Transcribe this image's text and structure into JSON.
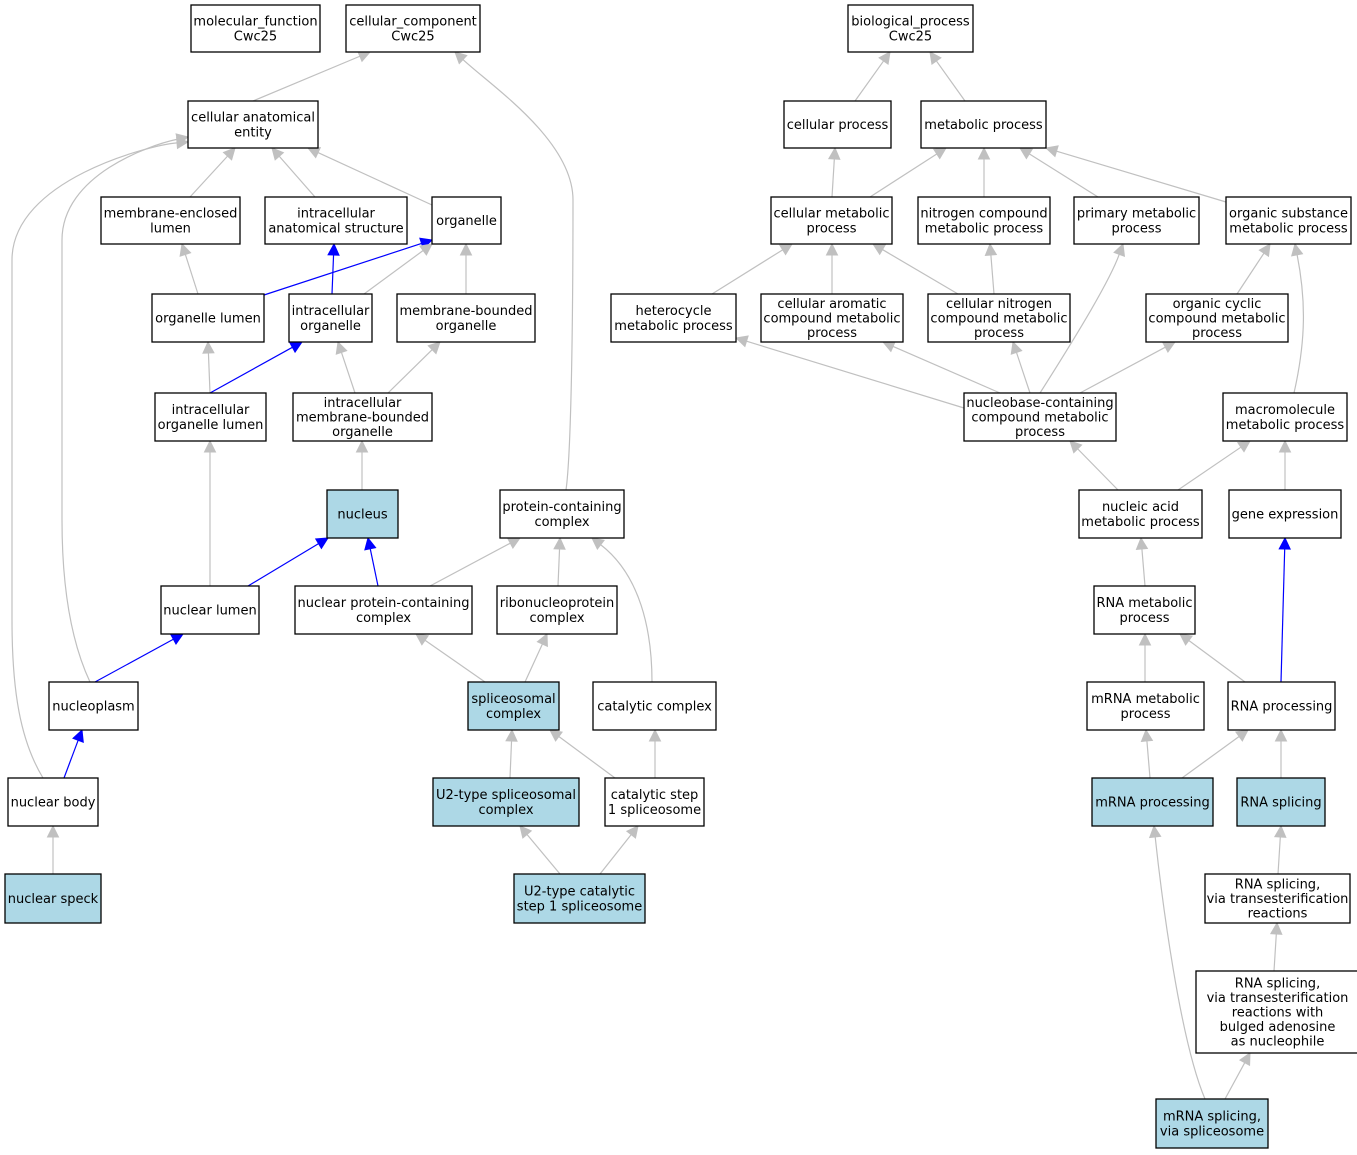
{
  "colors": {
    "annotated_fill": "#add8e6",
    "plain_fill": "#ffffff",
    "is_a_edge": "#c0c0c0",
    "part_of_edge": "#0000ff"
  },
  "nodes": [
    {
      "id": "mf",
      "lines": [
        "molecular_function",
        "Cwc25"
      ],
      "annotated": false
    },
    {
      "id": "cc",
      "lines": [
        "cellular_component",
        "Cwc25"
      ],
      "annotated": false
    },
    {
      "id": "bp",
      "lines": [
        "biological_process",
        "Cwc25"
      ],
      "annotated": false
    },
    {
      "id": "cae",
      "lines": [
        "cellular anatomical",
        "entity"
      ],
      "annotated": false
    },
    {
      "id": "cp",
      "lines": [
        "cellular process"
      ],
      "annotated": false
    },
    {
      "id": "mp",
      "lines": [
        "metabolic process"
      ],
      "annotated": false
    },
    {
      "id": "mel",
      "lines": [
        "membrane-enclosed",
        "lumen"
      ],
      "annotated": false
    },
    {
      "id": "ias",
      "lines": [
        "intracellular",
        "anatomical structure"
      ],
      "annotated": false
    },
    {
      "id": "org",
      "lines": [
        "organelle"
      ],
      "annotated": false
    },
    {
      "id": "cmp",
      "lines": [
        "cellular metabolic",
        "process"
      ],
      "annotated": false
    },
    {
      "id": "ncmp",
      "lines": [
        "nitrogen compound",
        "metabolic process"
      ],
      "annotated": false
    },
    {
      "id": "pmp",
      "lines": [
        "primary metabolic",
        "process"
      ],
      "annotated": false
    },
    {
      "id": "osmp",
      "lines": [
        "organic substance",
        "metabolic process"
      ],
      "annotated": false
    },
    {
      "id": "ol",
      "lines": [
        "organelle lumen"
      ],
      "annotated": false
    },
    {
      "id": "io",
      "lines": [
        "intracellular",
        "organelle"
      ],
      "annotated": false
    },
    {
      "id": "mbo",
      "lines": [
        "membrane-bounded",
        "organelle"
      ],
      "annotated": false
    },
    {
      "id": "hmp",
      "lines": [
        "heterocycle",
        "metabolic process"
      ],
      "annotated": false
    },
    {
      "id": "cacmp",
      "lines": [
        "cellular aromatic",
        "compound metabolic",
        "process"
      ],
      "annotated": false
    },
    {
      "id": "cncmp",
      "lines": [
        "cellular nitrogen",
        "compound metabolic",
        "process"
      ],
      "annotated": false
    },
    {
      "id": "occmp",
      "lines": [
        "organic cyclic",
        "compound metabolic",
        "process"
      ],
      "annotated": false
    },
    {
      "id": "iol",
      "lines": [
        "intracellular",
        "organelle lumen"
      ],
      "annotated": false
    },
    {
      "id": "imbo",
      "lines": [
        "intracellular",
        "membrane-bounded",
        "organelle"
      ],
      "annotated": false
    },
    {
      "id": "nbccmp",
      "lines": [
        "nucleobase-containing",
        "compound metabolic",
        "process"
      ],
      "annotated": false
    },
    {
      "id": "macmp",
      "lines": [
        "macromolecule",
        "metabolic process"
      ],
      "annotated": false
    },
    {
      "id": "nuc",
      "lines": [
        "nucleus"
      ],
      "annotated": true
    },
    {
      "id": "pcc",
      "lines": [
        "protein-containing",
        "complex"
      ],
      "annotated": false
    },
    {
      "id": "namp",
      "lines": [
        "nucleic acid",
        "metabolic process"
      ],
      "annotated": false
    },
    {
      "id": "ge",
      "lines": [
        "gene expression"
      ],
      "annotated": false
    },
    {
      "id": "nl",
      "lines": [
        "nuclear lumen"
      ],
      "annotated": false
    },
    {
      "id": "npcc",
      "lines": [
        "nuclear protein-containing",
        "complex"
      ],
      "annotated": false
    },
    {
      "id": "rnpc",
      "lines": [
        "ribonucleoprotein",
        "complex"
      ],
      "annotated": false
    },
    {
      "id": "rnamp",
      "lines": [
        "RNA metabolic",
        "process"
      ],
      "annotated": false
    },
    {
      "id": "np",
      "lines": [
        "nucleoplasm"
      ],
      "annotated": false
    },
    {
      "id": "sc",
      "lines": [
        "spliceosomal",
        "complex"
      ],
      "annotated": true
    },
    {
      "id": "catc",
      "lines": [
        "catalytic complex"
      ],
      "annotated": false
    },
    {
      "id": "mrnamp",
      "lines": [
        "mRNA metabolic",
        "process"
      ],
      "annotated": false
    },
    {
      "id": "rnap",
      "lines": [
        "RNA processing"
      ],
      "annotated": false
    },
    {
      "id": "nb",
      "lines": [
        "nuclear body"
      ],
      "annotated": false
    },
    {
      "id": "u2sc",
      "lines": [
        "U2-type spliceosomal",
        "complex"
      ],
      "annotated": true
    },
    {
      "id": "cs1s",
      "lines": [
        "catalytic step",
        "1 spliceosome"
      ],
      "annotated": false
    },
    {
      "id": "mrnap",
      "lines": [
        "mRNA processing"
      ],
      "annotated": true
    },
    {
      "id": "rnas",
      "lines": [
        "RNA splicing"
      ],
      "annotated": true
    },
    {
      "id": "ns",
      "lines": [
        "nuclear speck"
      ],
      "annotated": true
    },
    {
      "id": "u2cs1",
      "lines": [
        "U2-type catalytic",
        "step 1 spliceosome"
      ],
      "annotated": true
    },
    {
      "id": "rnast",
      "lines": [
        "RNA splicing,",
        "via transesterification",
        "reactions"
      ],
      "annotated": false
    },
    {
      "id": "rnastb",
      "lines": [
        "RNA splicing,",
        "via transesterification",
        "reactions with",
        "bulged adenosine",
        "as nucleophile"
      ],
      "annotated": false
    },
    {
      "id": "mrnas",
      "lines": [
        "mRNA splicing,",
        "via spliceosome"
      ],
      "annotated": true
    }
  ],
  "edges": [
    {
      "from": "cae",
      "to": "cc",
      "type": "is_a"
    },
    {
      "from": "pcc",
      "to": "cc",
      "type": "is_a"
    },
    {
      "from": "cp",
      "to": "bp",
      "type": "is_a"
    },
    {
      "from": "mp",
      "to": "bp",
      "type": "is_a"
    },
    {
      "from": "mel",
      "to": "cae",
      "type": "is_a"
    },
    {
      "from": "ias",
      "to": "cae",
      "type": "is_a"
    },
    {
      "from": "org",
      "to": "cae",
      "type": "is_a"
    },
    {
      "from": "np",
      "to": "cae",
      "type": "is_a"
    },
    {
      "from": "nb",
      "to": "cae",
      "type": "is_a"
    },
    {
      "from": "cmp",
      "to": "cp",
      "type": "is_a"
    },
    {
      "from": "cmp",
      "to": "mp",
      "type": "is_a"
    },
    {
      "from": "ncmp",
      "to": "mp",
      "type": "is_a"
    },
    {
      "from": "pmp",
      "to": "mp",
      "type": "is_a"
    },
    {
      "from": "osmp",
      "to": "mp",
      "type": "is_a"
    },
    {
      "from": "ol",
      "to": "mel",
      "type": "is_a"
    },
    {
      "from": "ol",
      "to": "org",
      "type": "part_of"
    },
    {
      "from": "io",
      "to": "ias",
      "type": "part_of"
    },
    {
      "from": "io",
      "to": "org",
      "type": "is_a"
    },
    {
      "from": "mbo",
      "to": "org",
      "type": "is_a"
    },
    {
      "from": "hmp",
      "to": "cmp",
      "type": "is_a"
    },
    {
      "from": "cacmp",
      "to": "cmp",
      "type": "is_a"
    },
    {
      "from": "cncmp",
      "to": "cmp",
      "type": "is_a"
    },
    {
      "from": "cncmp",
      "to": "ncmp",
      "type": "is_a"
    },
    {
      "from": "occmp",
      "to": "osmp",
      "type": "is_a"
    },
    {
      "from": "macmp",
      "to": "osmp",
      "type": "is_a"
    },
    {
      "from": "iol",
      "to": "ol",
      "type": "is_a"
    },
    {
      "from": "iol",
      "to": "io",
      "type": "part_of"
    },
    {
      "from": "imbo",
      "to": "io",
      "type": "is_a"
    },
    {
      "from": "imbo",
      "to": "mbo",
      "type": "is_a"
    },
    {
      "from": "nbccmp",
      "to": "hmp",
      "type": "is_a"
    },
    {
      "from": "nbccmp",
      "to": "cacmp",
      "type": "is_a"
    },
    {
      "from": "nbccmp",
      "to": "cncmp",
      "type": "is_a"
    },
    {
      "from": "nbccmp",
      "to": "occmp",
      "type": "is_a"
    },
    {
      "from": "nbccmp",
      "to": "pmp",
      "type": "is_a"
    },
    {
      "from": "nuc",
      "to": "imbo",
      "type": "is_a"
    },
    {
      "from": "namp",
      "to": "nbccmp",
      "type": "is_a"
    },
    {
      "from": "namp",
      "to": "macmp",
      "type": "is_a"
    },
    {
      "from": "ge",
      "to": "macmp",
      "type": "is_a"
    },
    {
      "from": "nl",
      "to": "iol",
      "type": "is_a"
    },
    {
      "from": "nl",
      "to": "nuc",
      "type": "part_of"
    },
    {
      "from": "npcc",
      "to": "nuc",
      "type": "part_of"
    },
    {
      "from": "npcc",
      "to": "pcc",
      "type": "is_a"
    },
    {
      "from": "rnpc",
      "to": "pcc",
      "type": "is_a"
    },
    {
      "from": "catc",
      "to": "pcc",
      "type": "is_a"
    },
    {
      "from": "rnamp",
      "to": "namp",
      "type": "is_a"
    },
    {
      "from": "np",
      "to": "nl",
      "type": "part_of"
    },
    {
      "from": "sc",
      "to": "npcc",
      "type": "is_a"
    },
    {
      "from": "sc",
      "to": "rnpc",
      "type": "is_a"
    },
    {
      "from": "mrnamp",
      "to": "rnamp",
      "type": "is_a"
    },
    {
      "from": "rnap",
      "to": "rnamp",
      "type": "is_a"
    },
    {
      "from": "rnap",
      "to": "ge",
      "type": "part_of"
    },
    {
      "from": "nb",
      "to": "np",
      "type": "part_of"
    },
    {
      "from": "u2sc",
      "to": "sc",
      "type": "is_a"
    },
    {
      "from": "cs1s",
      "to": "sc",
      "type": "is_a"
    },
    {
      "from": "cs1s",
      "to": "catc",
      "type": "is_a"
    },
    {
      "from": "mrnap",
      "to": "mrnamp",
      "type": "is_a"
    },
    {
      "from": "mrnap",
      "to": "rnap",
      "type": "is_a"
    },
    {
      "from": "rnas",
      "to": "rnap",
      "type": "is_a"
    },
    {
      "from": "ns",
      "to": "nb",
      "type": "is_a"
    },
    {
      "from": "u2cs1",
      "to": "u2sc",
      "type": "is_a"
    },
    {
      "from": "u2cs1",
      "to": "cs1s",
      "type": "is_a"
    },
    {
      "from": "rnast",
      "to": "rnas",
      "type": "is_a"
    },
    {
      "from": "rnastb",
      "to": "rnast",
      "type": "is_a"
    },
    {
      "from": "mrnas",
      "to": "rnastb",
      "type": "is_a"
    },
    {
      "from": "mrnas",
      "to": "mrnap",
      "type": "is_a"
    }
  ]
}
